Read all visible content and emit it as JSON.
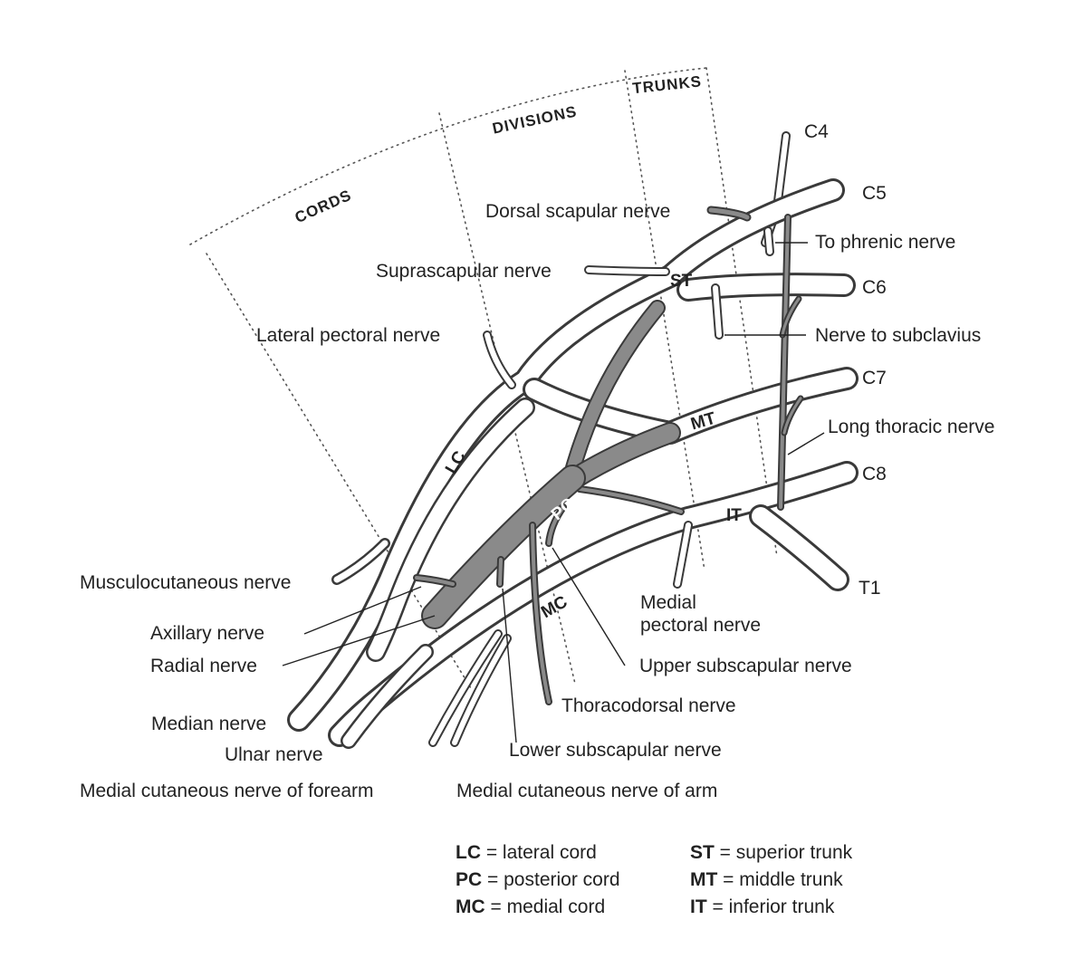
{
  "regions": {
    "cords": "CORDS",
    "divisions": "DIVISIONS",
    "trunks": "TRUNKS"
  },
  "roots": {
    "c4": "C4",
    "c5": "C5",
    "c6": "C6",
    "c7": "C7",
    "c8": "C8",
    "t1": "T1"
  },
  "trunk_codes": {
    "st": "ST",
    "mt": "MT",
    "it": "IT"
  },
  "cord_codes": {
    "lc": "LC",
    "pc": "PC",
    "mc": "MC"
  },
  "labels": {
    "dorsal_scapular": "Dorsal scapular nerve",
    "to_phrenic": "To phrenic nerve",
    "suprascapular": "Suprascapular nerve",
    "nerve_to_subclavius": "Nerve to subclavius",
    "lateral_pectoral": "Lateral pectoral nerve",
    "long_thoracic": "Long thoracic nerve",
    "musculocutaneous": "Musculocutaneous nerve",
    "medial_pectoral_1": "Medial",
    "medial_pectoral_2": "pectoral nerve",
    "axillary": "Axillary nerve",
    "radial": "Radial nerve",
    "upper_subscapular": "Upper subscapular nerve",
    "thoracodorsal": "Thoracodorsal nerve",
    "median": "Median nerve",
    "lower_subscapular": "Lower subscapular nerve",
    "ulnar": "Ulnar nerve",
    "medial_cut_forearm": "Medial cutaneous nerve of forearm",
    "medial_cut_arm": "Medial cutaneous nerve of arm"
  },
  "legend": [
    {
      "code": "LC",
      "text": " = lateral cord"
    },
    {
      "code": "PC",
      "text": " = posterior cord"
    },
    {
      "code": "MC",
      "text": " = medial cord"
    },
    {
      "code": "ST",
      "text": " = superior trunk"
    },
    {
      "code": "MT",
      "text": " = middle trunk"
    },
    {
      "code": "IT",
      "text": " = inferior trunk"
    }
  ]
}
